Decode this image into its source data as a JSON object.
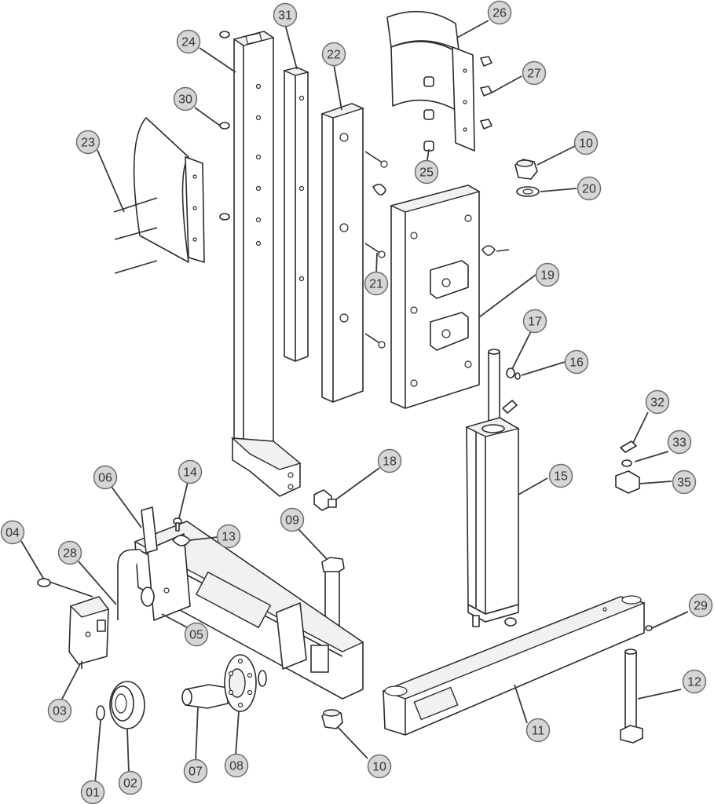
{
  "callouts": [
    {
      "key": "c31",
      "label": "31"
    },
    {
      "key": "c24",
      "label": "24"
    },
    {
      "key": "c22",
      "label": "22"
    },
    {
      "key": "c26",
      "label": "26"
    },
    {
      "key": "c27",
      "label": "27"
    },
    {
      "key": "c30",
      "label": "30"
    },
    {
      "key": "c23",
      "label": "23"
    },
    {
      "key": "c10a",
      "label": "10"
    },
    {
      "key": "c20",
      "label": "20"
    },
    {
      "key": "c25",
      "label": "25"
    },
    {
      "key": "c21",
      "label": "21"
    },
    {
      "key": "c19",
      "label": "19"
    },
    {
      "key": "c17",
      "label": "17"
    },
    {
      "key": "c16",
      "label": "16"
    },
    {
      "key": "c32",
      "label": "32"
    },
    {
      "key": "c33",
      "label": "33"
    },
    {
      "key": "c35",
      "label": "35"
    },
    {
      "key": "c18",
      "label": "18"
    },
    {
      "key": "c15",
      "label": "15"
    },
    {
      "key": "c06",
      "label": "06"
    },
    {
      "key": "c14",
      "label": "14"
    },
    {
      "key": "c13",
      "label": "13"
    },
    {
      "key": "c09",
      "label": "09"
    },
    {
      "key": "c04",
      "label": "04"
    },
    {
      "key": "c28",
      "label": "28"
    },
    {
      "key": "c05",
      "label": "05"
    },
    {
      "key": "c29",
      "label": "29"
    },
    {
      "key": "c12",
      "label": "12"
    },
    {
      "key": "c03",
      "label": "03"
    },
    {
      "key": "c11",
      "label": "11"
    },
    {
      "key": "c01",
      "label": "01"
    },
    {
      "key": "c02",
      "label": "02"
    },
    {
      "key": "c07",
      "label": "07"
    },
    {
      "key": "c08",
      "label": "08"
    },
    {
      "key": "c10b",
      "label": "10"
    }
  ]
}
